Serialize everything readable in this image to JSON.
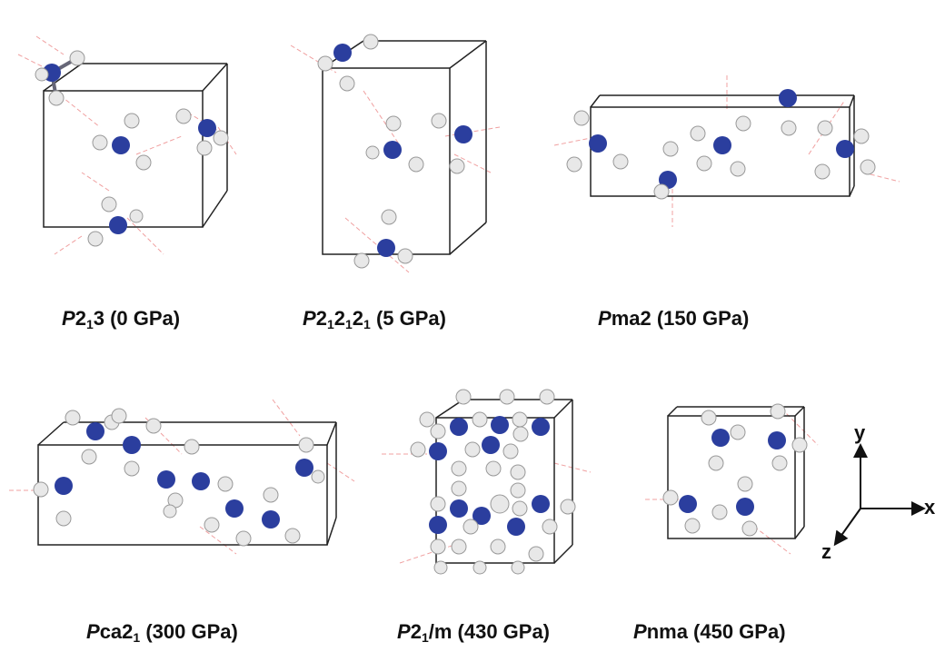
{
  "panels": [
    {
      "id": "p213",
      "prefix": "P",
      "parts": [
        {
          "t": "2"
        },
        {
          "sub": "1"
        },
        {
          "t": "3 (0 GPa)"
        }
      ]
    },
    {
      "id": "p212121",
      "prefix": "P",
      "parts": [
        {
          "t": "2"
        },
        {
          "sub": "1"
        },
        {
          "t": "2"
        },
        {
          "sub": "1"
        },
        {
          "t": "2"
        },
        {
          "sub": "1"
        },
        {
          "t": " (5 GPa)"
        }
      ]
    },
    {
      "id": "pma2",
      "prefix": "P",
      "parts": [
        {
          "t": "ma2 (150 GPa)"
        }
      ]
    },
    {
      "id": "pca21",
      "prefix": "P",
      "parts": [
        {
          "t": "ca2"
        },
        {
          "sub": "1"
        },
        {
          "t": " (300 GPa)"
        }
      ]
    },
    {
      "id": "p21m",
      "prefix": "P",
      "parts": [
        {
          "t": "2"
        },
        {
          "sub": "1"
        },
        {
          "t": "/m (430 GPa)"
        }
      ]
    },
    {
      "id": "pnma",
      "prefix": "P",
      "parts": [
        {
          "t": "nma (450 GPa)"
        }
      ]
    }
  ],
  "axes": {
    "x": "x",
    "y": "y",
    "z": "z"
  },
  "colors": {
    "nitrogen": "#2b3e9e",
    "hydrogen": "#e8e8e8",
    "cell": "#222222",
    "hbond": "#f0a0a0"
  }
}
